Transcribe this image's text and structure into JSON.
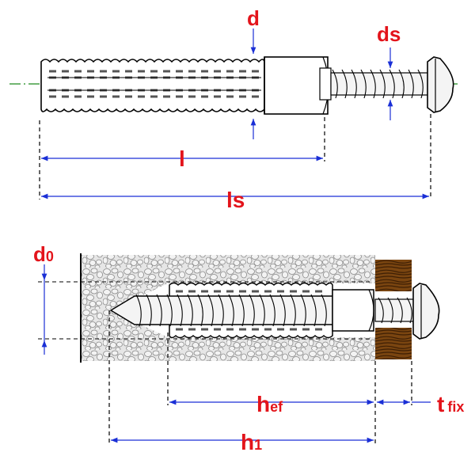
{
  "labels": {
    "d": "d",
    "ds": "ds",
    "l": "l",
    "ls": "ls",
    "d0_main": "d",
    "d0_sub": "0",
    "hef_main": "h",
    "hef_sub": "ef",
    "tfix_main": "t",
    "tfix_sub": "fix",
    "h1_main": "h",
    "h1_sub": "1"
  },
  "colors": {
    "label": "#e3141b",
    "dimension": "#1a2fd6",
    "axis": "#1f8a1f",
    "outline": "#000000",
    "wood": "#6b3a0c",
    "concrete": "#9a9a9a"
  }
}
